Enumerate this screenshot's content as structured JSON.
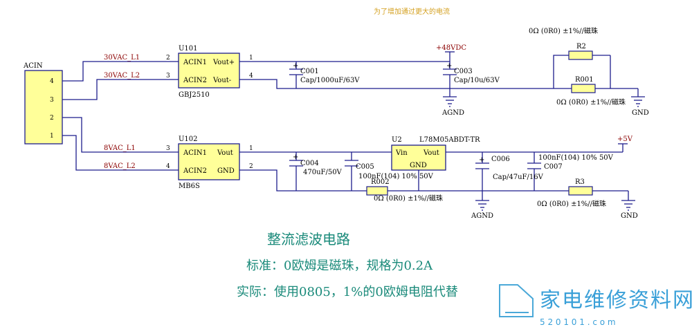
{
  "top_note": "为了增加通过更大的电流",
  "ac_connector": {
    "label": "ACIN",
    "pins": [
      "4",
      "3",
      "2",
      "1"
    ]
  },
  "net_labels": {
    "l1_30": "30VAC_L1",
    "l2_30": "30VAC_L2",
    "l1_8": "8VAC_L1",
    "l2_8": "8VAC_L2",
    "v48": "+48VDC",
    "v5": "+5V",
    "gnd": "GND",
    "agnd": "AGND"
  },
  "u101": {
    "ref": "U101",
    "part": "GBJ2510",
    "in1": "ACIN1",
    "in2": "ACIN2",
    "out1": "Vout+",
    "out2": "Vout-",
    "p1": "2",
    "p2": "3",
    "p3": "1",
    "p4": "4"
  },
  "u102": {
    "ref": "U102",
    "part": "MB6S",
    "in1": "ACIN1",
    "in2": "ACIN2",
    "out1": "Vout",
    "out2": "GND",
    "p1": "3",
    "p2": "4",
    "p3": "1",
    "p4": "2"
  },
  "u2": {
    "ref": "U2",
    "part": "L78M05ABDT-TR",
    "vin": "Vin",
    "vout": "Vout",
    "gnd": "GND"
  },
  "caps": {
    "c001_ref": "C001",
    "c001_val": "Cap/1000uF/63V",
    "c003_ref": "C003",
    "c003_val": "Cap/10u/63V",
    "c004_ref": "C004",
    "c004_val": "470uF/50V",
    "c005_ref": "C005",
    "c005_val": "100nF(104) 10% 50V",
    "c006_ref": "C006",
    "c006_val": "Cap/47uF/16V",
    "c007_ref": "C007",
    "c007_val": "100nF(104) 10% 50V"
  },
  "resistors": {
    "r2_ref": "R2",
    "r2_val": "0Ω (0R0) ±1%//磁珠",
    "r001_ref": "R001",
    "r001_val": "0Ω (0R0) ±1%//磁珠",
    "r002_ref": "R002",
    "r002_val": "0Ω (0R0) ±1%//磁珠",
    "r3_ref": "R3",
    "r3_val": "0Ω (0R0) ±1%//磁珠"
  },
  "title": "整流滤波电路",
  "line_std": "标准：0欧姆是磁珠，规格为0.2A",
  "line_real": "实际：使用0805，1%的0欧姆电阻代替",
  "watermark": {
    "site_cn": "家电维修资料网",
    "site_num": "5 2 0 1 0 1 . c o m"
  },
  "colors": {
    "wire": "#1c1c8c",
    "box": "#ffff99",
    "note": "#1a8a7a",
    "red": "#8b0000"
  }
}
